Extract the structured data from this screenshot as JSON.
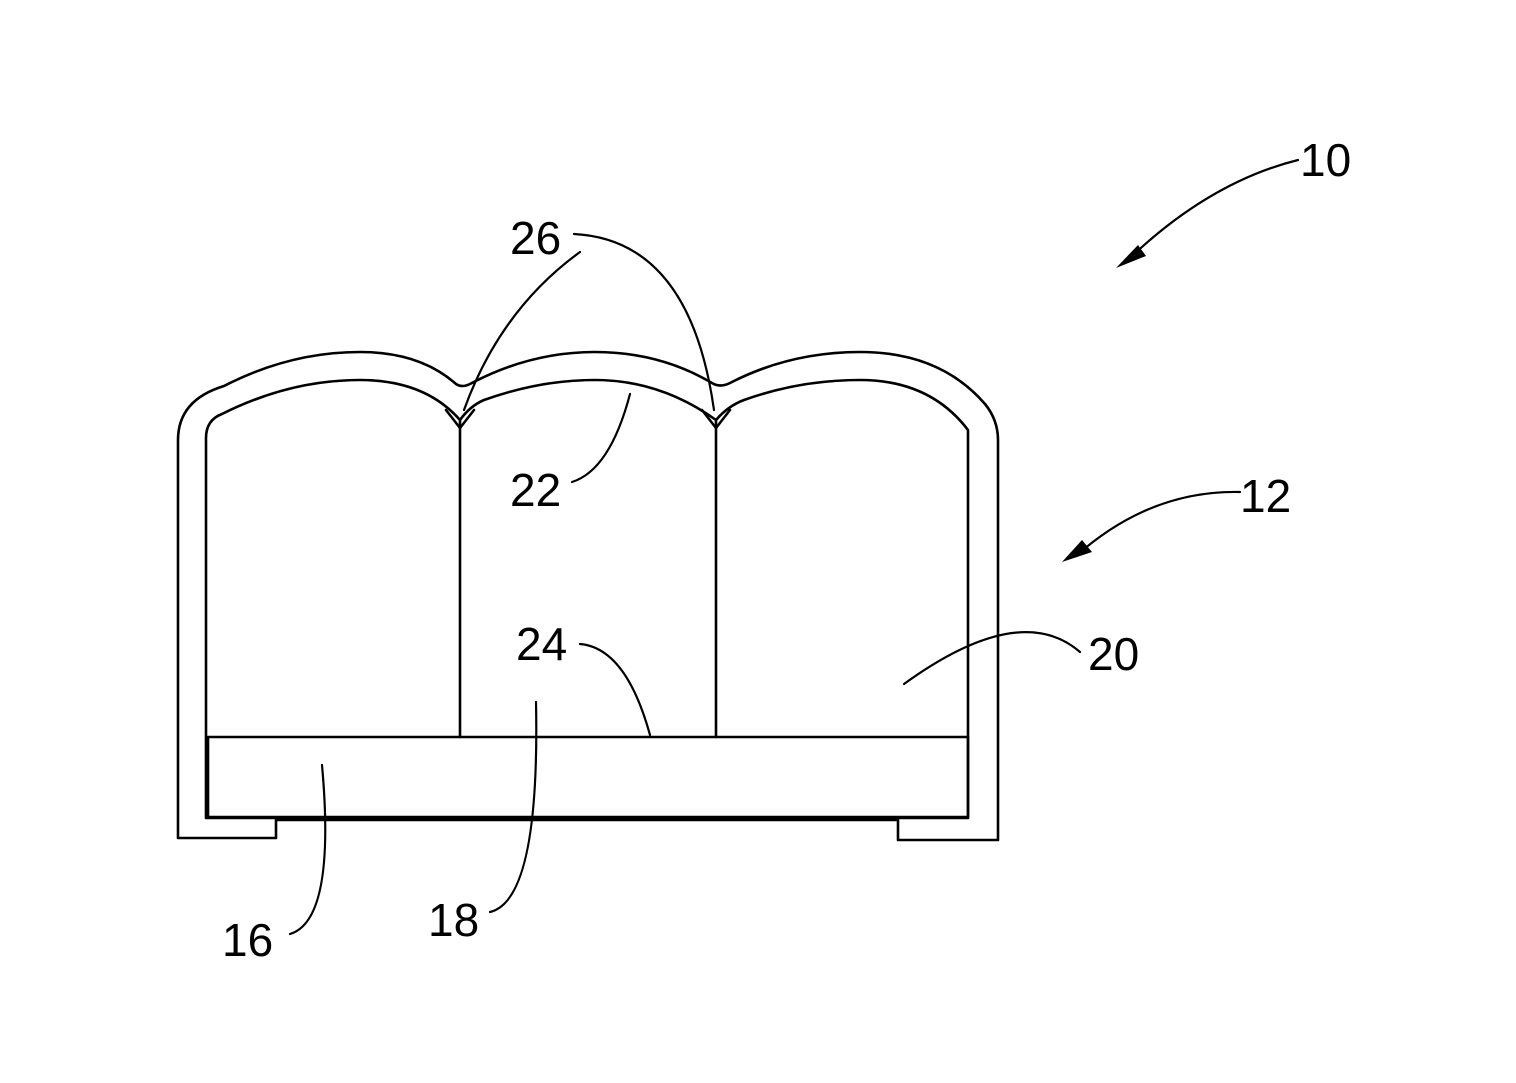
{
  "figure": {
    "labels": {
      "assembly": "10",
      "device": "12",
      "substrate": "16",
      "base_layer": "18",
      "cells": "20",
      "dome_surface": "22",
      "center_cell": "24",
      "junctions": "26"
    }
  }
}
